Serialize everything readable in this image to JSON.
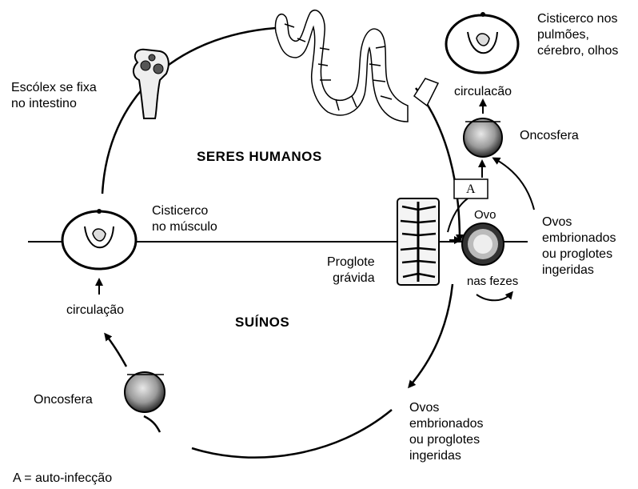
{
  "labels": {
    "escolex": "Escólex se fixa\nno intestino",
    "cisticerco_pulmoes": "Cisticerco nos\npulmões,\ncérebro, olhos",
    "circulacao_top": "circulacão",
    "oncosfera_right": "Oncosfera",
    "seres_humanos": "SERES HUMANOS",
    "cisticerco_musculo": "Cisticerco\nno músculo",
    "a_box": "A",
    "ovo": "Ovo",
    "ovos_right": "Ovos\nembrionados\nou proglotes\ningeridas",
    "proglote": "Proglote\ngrávida",
    "nas_fezes": "nas fezes",
    "circulacao_left": "circulação",
    "suinos": "SUÍNOS",
    "oncosfera_left": "Oncosfera",
    "ovos_bottom": "Ovos\nembrionados\nou proglotes\ningeridas",
    "legend": "A = auto-infecção"
  }
}
